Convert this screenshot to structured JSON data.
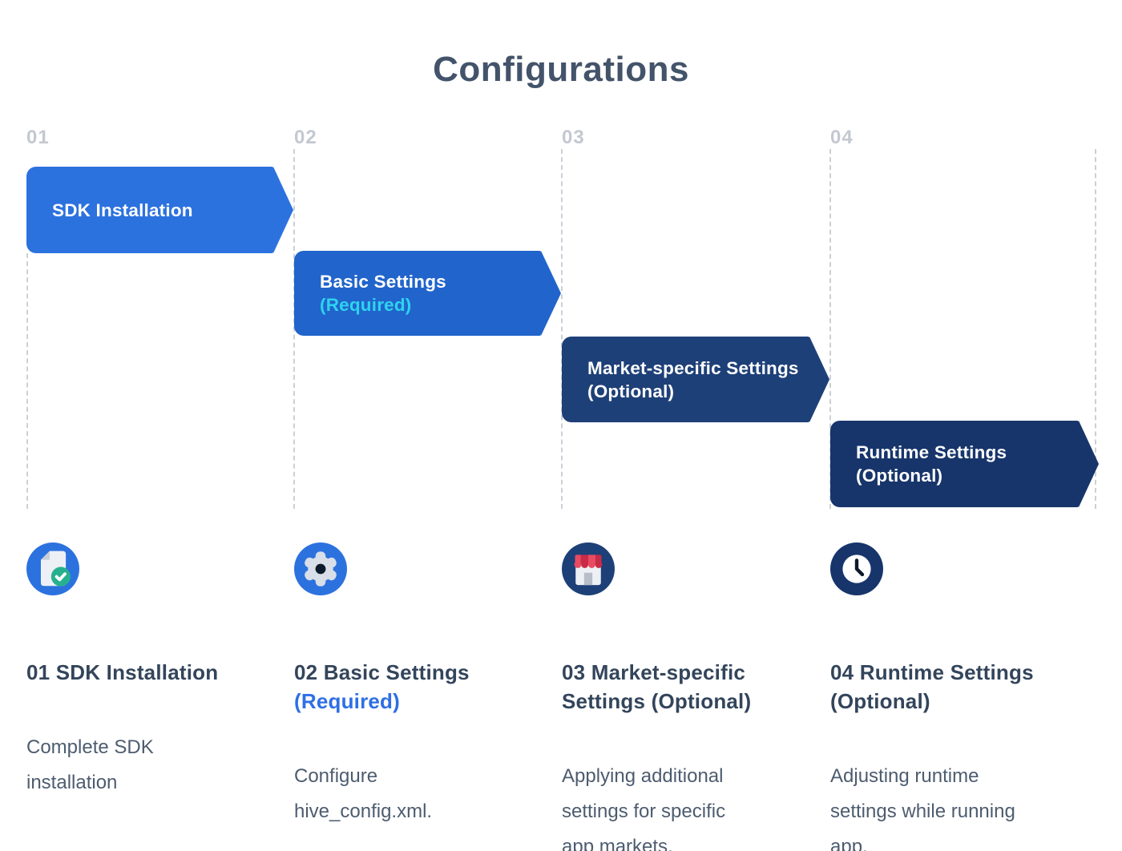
{
  "title": "Configurations",
  "colors": {
    "step1_blue": "#2C72DF",
    "step2_blue": "#2164CB",
    "step3_navy": "#1E4078",
    "step4_navy": "#17356B",
    "banner_required_cyan": "#2ED3EE",
    "heading_required_blue": "#2F6FE4",
    "heading_slate": "#33455B",
    "body_slate": "#4D5C6F",
    "guide_gray": "#CBD0D7",
    "check_green": "#27B08F",
    "awning_red_dark": "#C92B46",
    "awning_red_light": "#E84A62"
  },
  "steps": [
    {
      "number": "01",
      "banner": {
        "line1": "SDK Installation",
        "line2": ""
      },
      "icon": "document-check-icon",
      "heading": {
        "main": "01 SDK Installation",
        "accent": ""
      },
      "description": "Complete SDK\ninstallation"
    },
    {
      "number": "02",
      "banner": {
        "line1": "Basic Settings",
        "line2": "(Required)"
      },
      "icon": "gear-icon",
      "heading": {
        "main": "02 Basic Settings",
        "accent": "(Required)"
      },
      "description": "Configure\nhive_config.xml."
    },
    {
      "number": "03",
      "banner": {
        "line1": "Market-specific Settings",
        "line2": "(Optional)"
      },
      "icon": "storefront-icon",
      "heading": {
        "main": "03 Market-specific\nSettings (Optional)",
        "accent": ""
      },
      "description": "Applying additional\nsettings for specific\napp markets."
    },
    {
      "number": "04",
      "banner": {
        "line1": "Runtime Settings",
        "line2": "(Optional)"
      },
      "icon": "clock-icon",
      "heading": {
        "main": "04 Runtime Settings\n(Optional)",
        "accent": ""
      },
      "description": "Adjusting runtime\nsettings while running\napp."
    }
  ]
}
